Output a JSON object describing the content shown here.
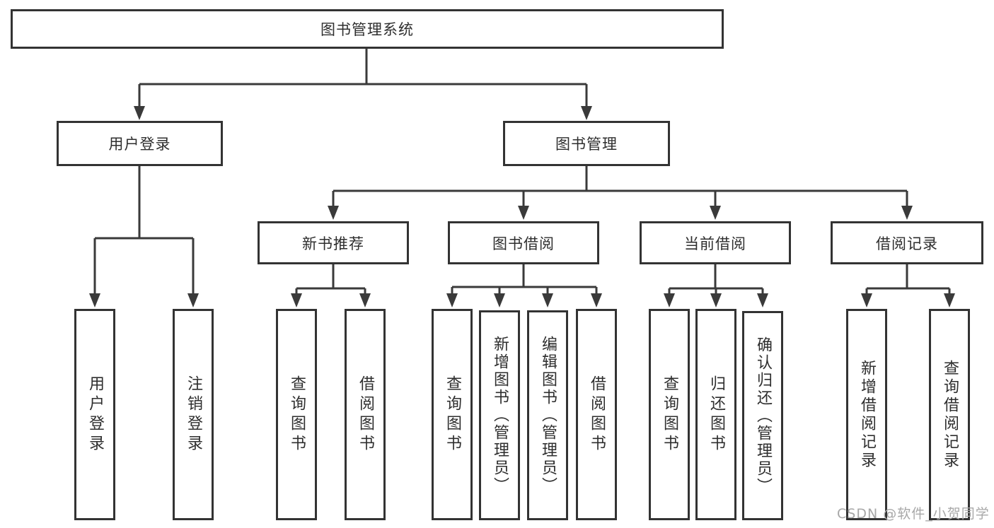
{
  "diagram": {
    "root": "图书管理系统",
    "branches": {
      "user_login": {
        "label": "用户登录",
        "children": {
          "login": "用户登录",
          "logout": "注销登录"
        }
      },
      "book_mgmt": {
        "label": "图书管理",
        "groups": {
          "new_book": {
            "label": "新书推荐",
            "children": {
              "query": "查询图书",
              "borrow": "借阅图书"
            }
          },
          "borrowing": {
            "label": "图书借阅",
            "children": {
              "query": "查询图书",
              "add": "新增图书（管理员）",
              "edit": "编辑图书（管理员）",
              "borrow": "借阅图书"
            }
          },
          "current": {
            "label": "当前借阅",
            "children": {
              "query": "查询图书",
              "return": "归还图书",
              "confirm": "确认归还（管理员）"
            }
          },
          "records": {
            "label": "借阅记录",
            "children": {
              "add": "新增借阅记录",
              "query": "查询借阅记录"
            }
          }
        }
      }
    }
  },
  "watermark": "CSDN @软件_小贺同学",
  "colors": {
    "background": "#ffffff",
    "line": "#3a3a3a",
    "box_border": "#333333",
    "text": "#2e2e2e",
    "watermark": "#a8a8a8"
  }
}
